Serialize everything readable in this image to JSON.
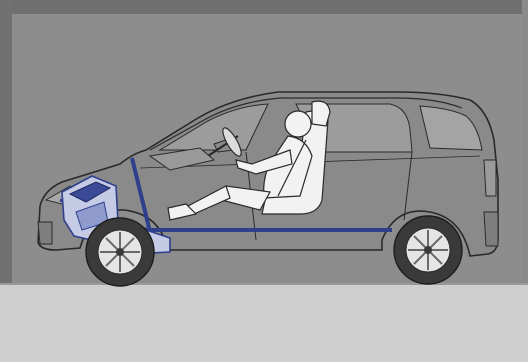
{
  "scene": {
    "background_color": "#8d8d8d",
    "ground_color": "#cfcfcf",
    "car_body_color": "#8a8a8a",
    "car_outline_color": "#2a2a2a",
    "glass_color": "#b5b5b5",
    "highlight_color": "#2f3f8c",
    "wheel_rim_color": "#e5e5e5",
    "tire_color": "#3a3a3a",
    "icons": [
      "car-side-view",
      "driver-figure",
      "engine-block",
      "steering-wheel",
      "wheel"
    ]
  }
}
